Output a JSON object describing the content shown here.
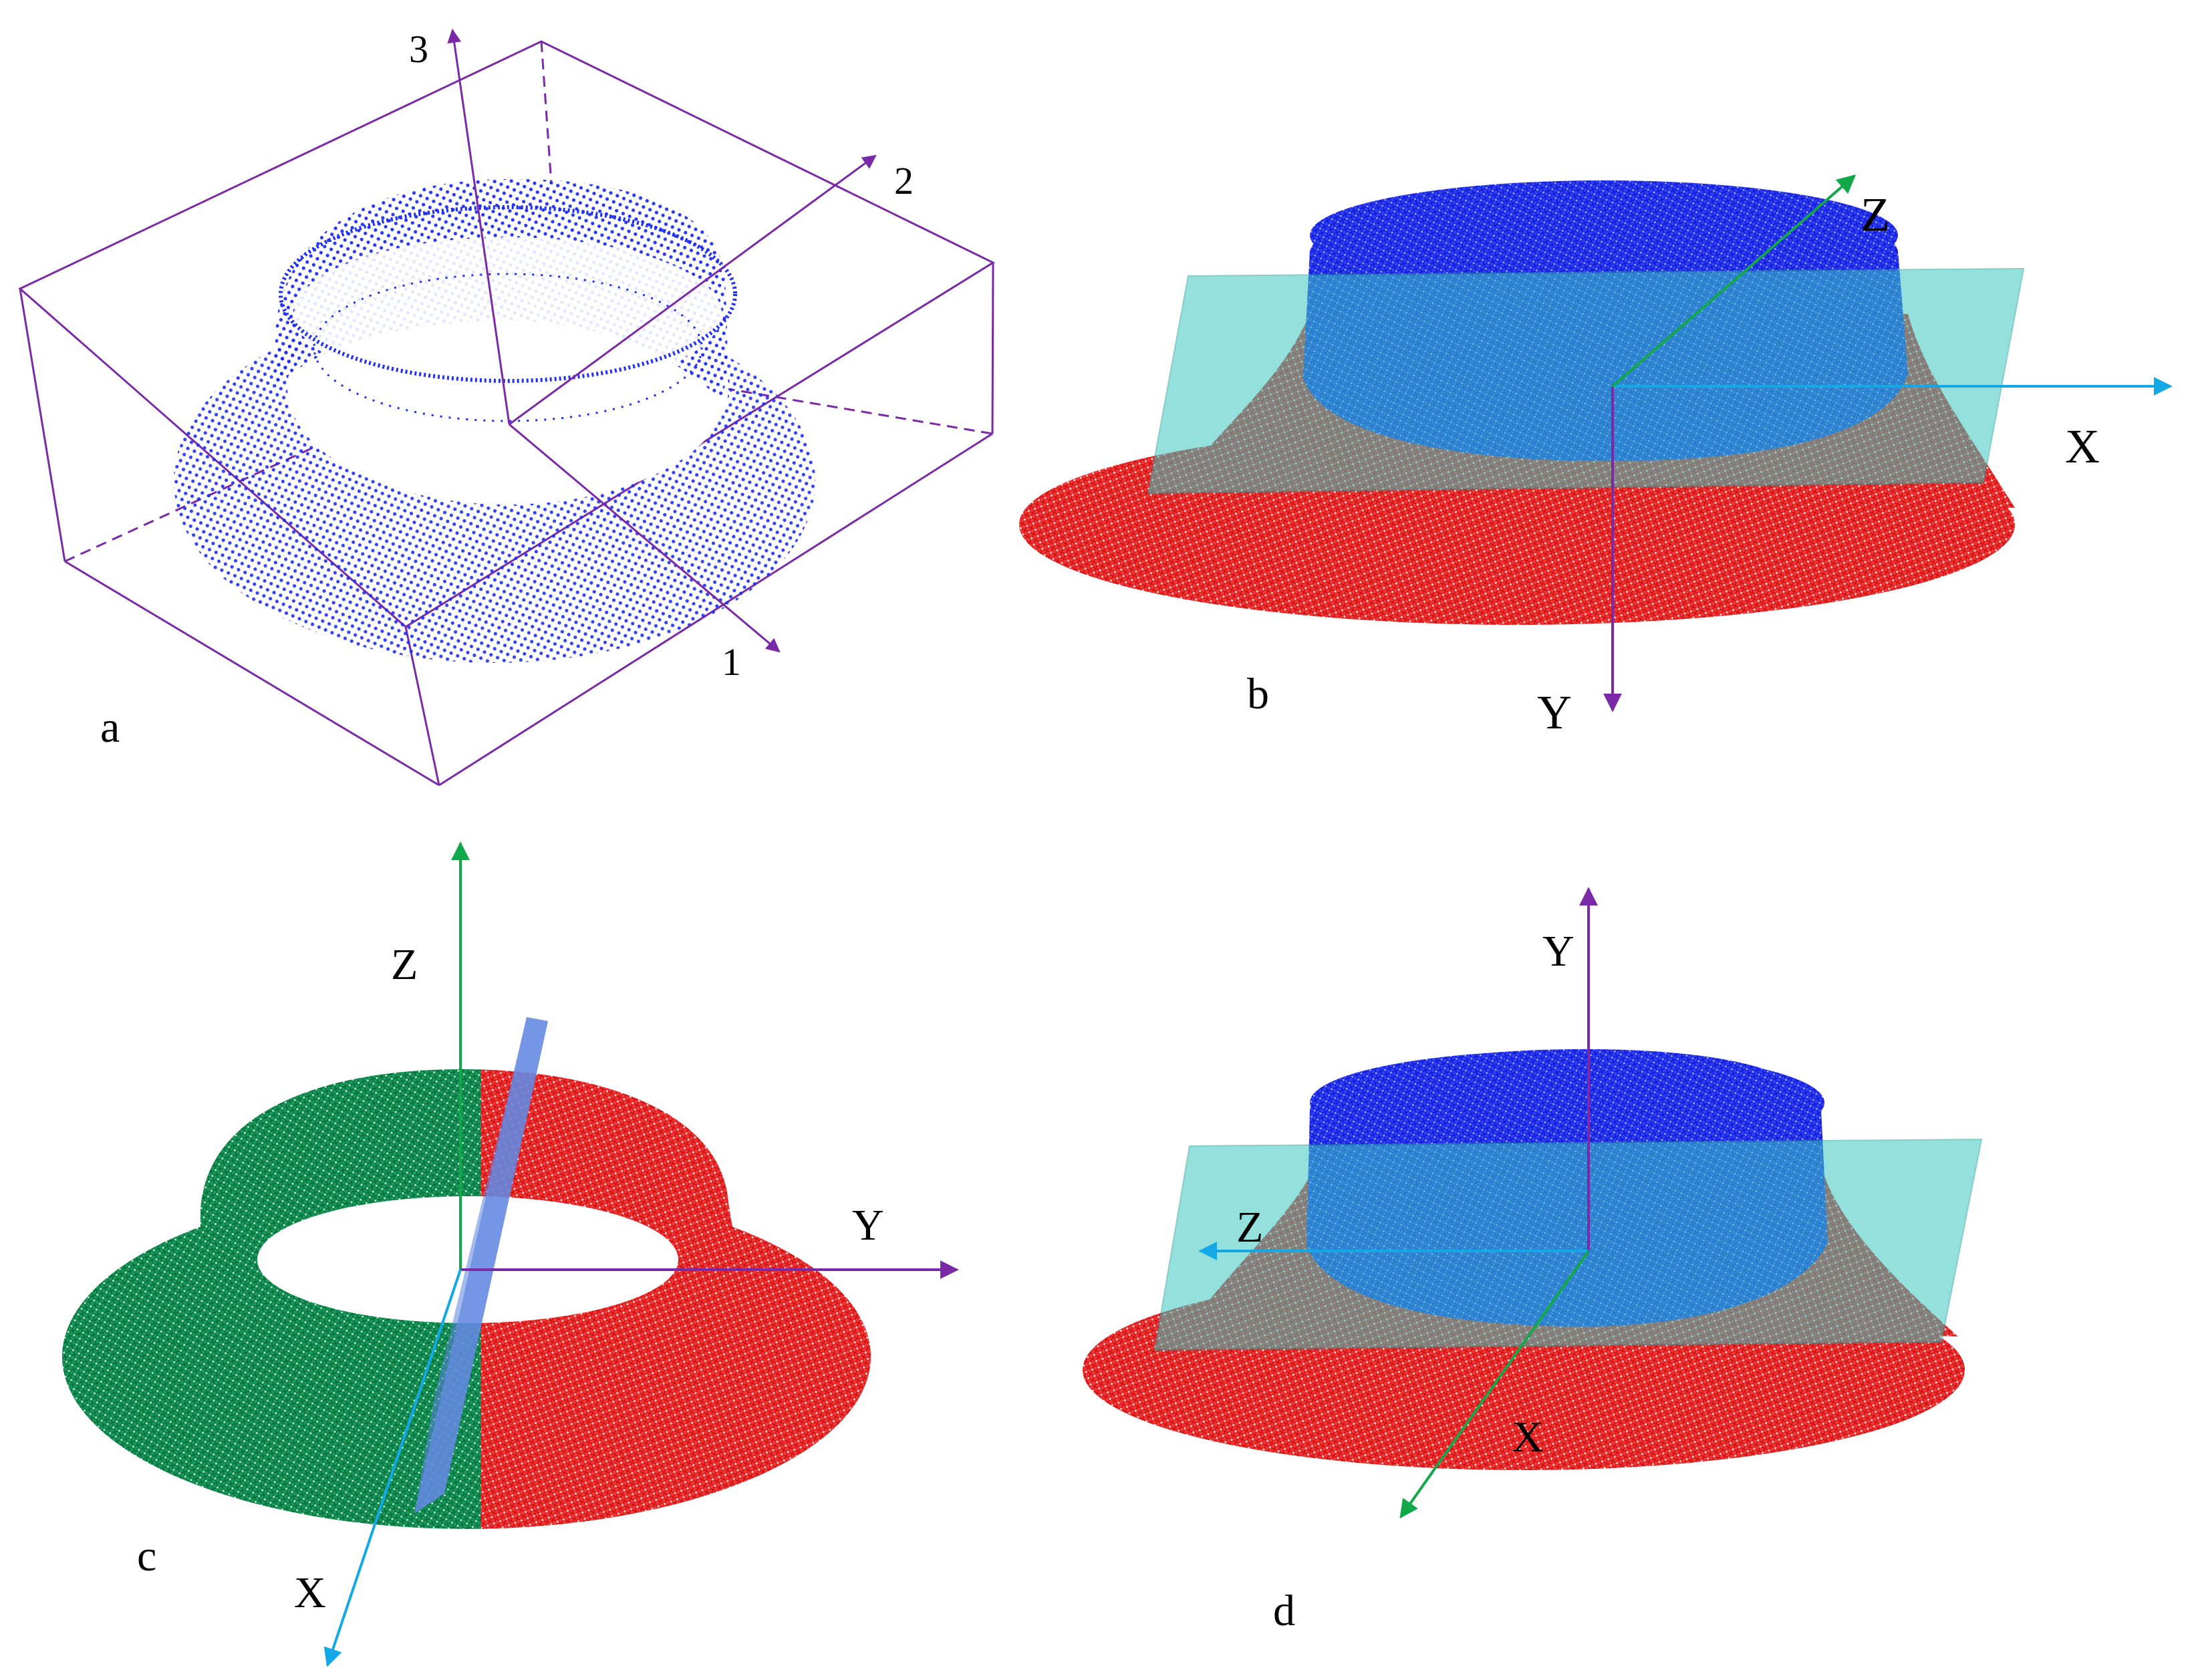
{
  "colors": {
    "box": "#7a2aa6",
    "points_a": "#1f2ff0",
    "blue_mesh": "#1428f0",
    "red_mesh": "#ee1c1c",
    "green_mesh": "#0b8a4a",
    "plane_cyan": "#3cc8c0",
    "plane_blue": "#6f93e6",
    "axis_purple": "#7a2aa6",
    "axis_green": "#12a84a",
    "axis_cyan": "#14a8e6"
  },
  "panels": {
    "a": {
      "label": "a",
      "axes": {
        "one": "1",
        "two": "2",
        "three": "3"
      }
    },
    "b": {
      "label": "b",
      "axes": {
        "x": "X",
        "y": "Y",
        "z": "Z"
      }
    },
    "c": {
      "label": "c",
      "axes": {
        "x": "X",
        "y": "Y",
        "z": "Z"
      }
    },
    "d": {
      "label": "d",
      "axes": {
        "x": "X",
        "y": "Y",
        "z": "Z"
      }
    }
  }
}
